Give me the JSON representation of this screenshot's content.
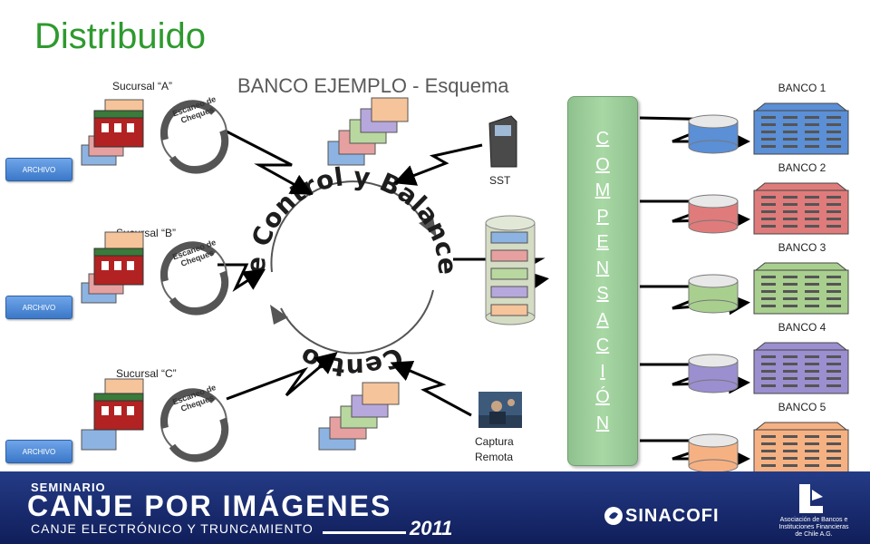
{
  "title": "Distribuido",
  "subtitle": "BANCO EJEMPLO - Esquema",
  "branches": [
    {
      "label": "Sucursal “A”",
      "archive": "ARCHIVO"
    },
    {
      "label": "Sucursal “B”",
      "archive": "ARCHIVO"
    },
    {
      "label": "Sucursal “C”",
      "archive": "ARCHIVO"
    }
  ],
  "exchange_label": "Escaneo de Cheques",
  "center_label": "Centro de Control y Balanceo",
  "sst_label": "SST",
  "remote_label_1": "Captura",
  "remote_label_2": "Remota",
  "compensacion_letters": [
    "C",
    "O",
    "M",
    "P",
    "E",
    "N",
    "S",
    "A",
    "C",
    "I",
    "Ó",
    "N"
  ],
  "banks": [
    {
      "label": "BANCO 1",
      "color": "#5b8fd6"
    },
    {
      "label": "BANCO 2",
      "color": "#e07b7b"
    },
    {
      "label": "BANCO 3",
      "color": "#a9cf8f"
    },
    {
      "label": "BANCO 4",
      "color": "#9b8fd0"
    },
    {
      "label": "BANCO 5",
      "color": "#f6b183"
    }
  ],
  "footer": {
    "seminario": "SEMINARIO",
    "event": "CANJE POR IMÁGENES",
    "subtitle": "CANJE ELECTRÓNICO Y TRUNCAMIENTO",
    "year": "2011",
    "org": "SINACOFI",
    "association": "Asociación de Bancos e Instituciones Financieras de Chile A.G."
  }
}
